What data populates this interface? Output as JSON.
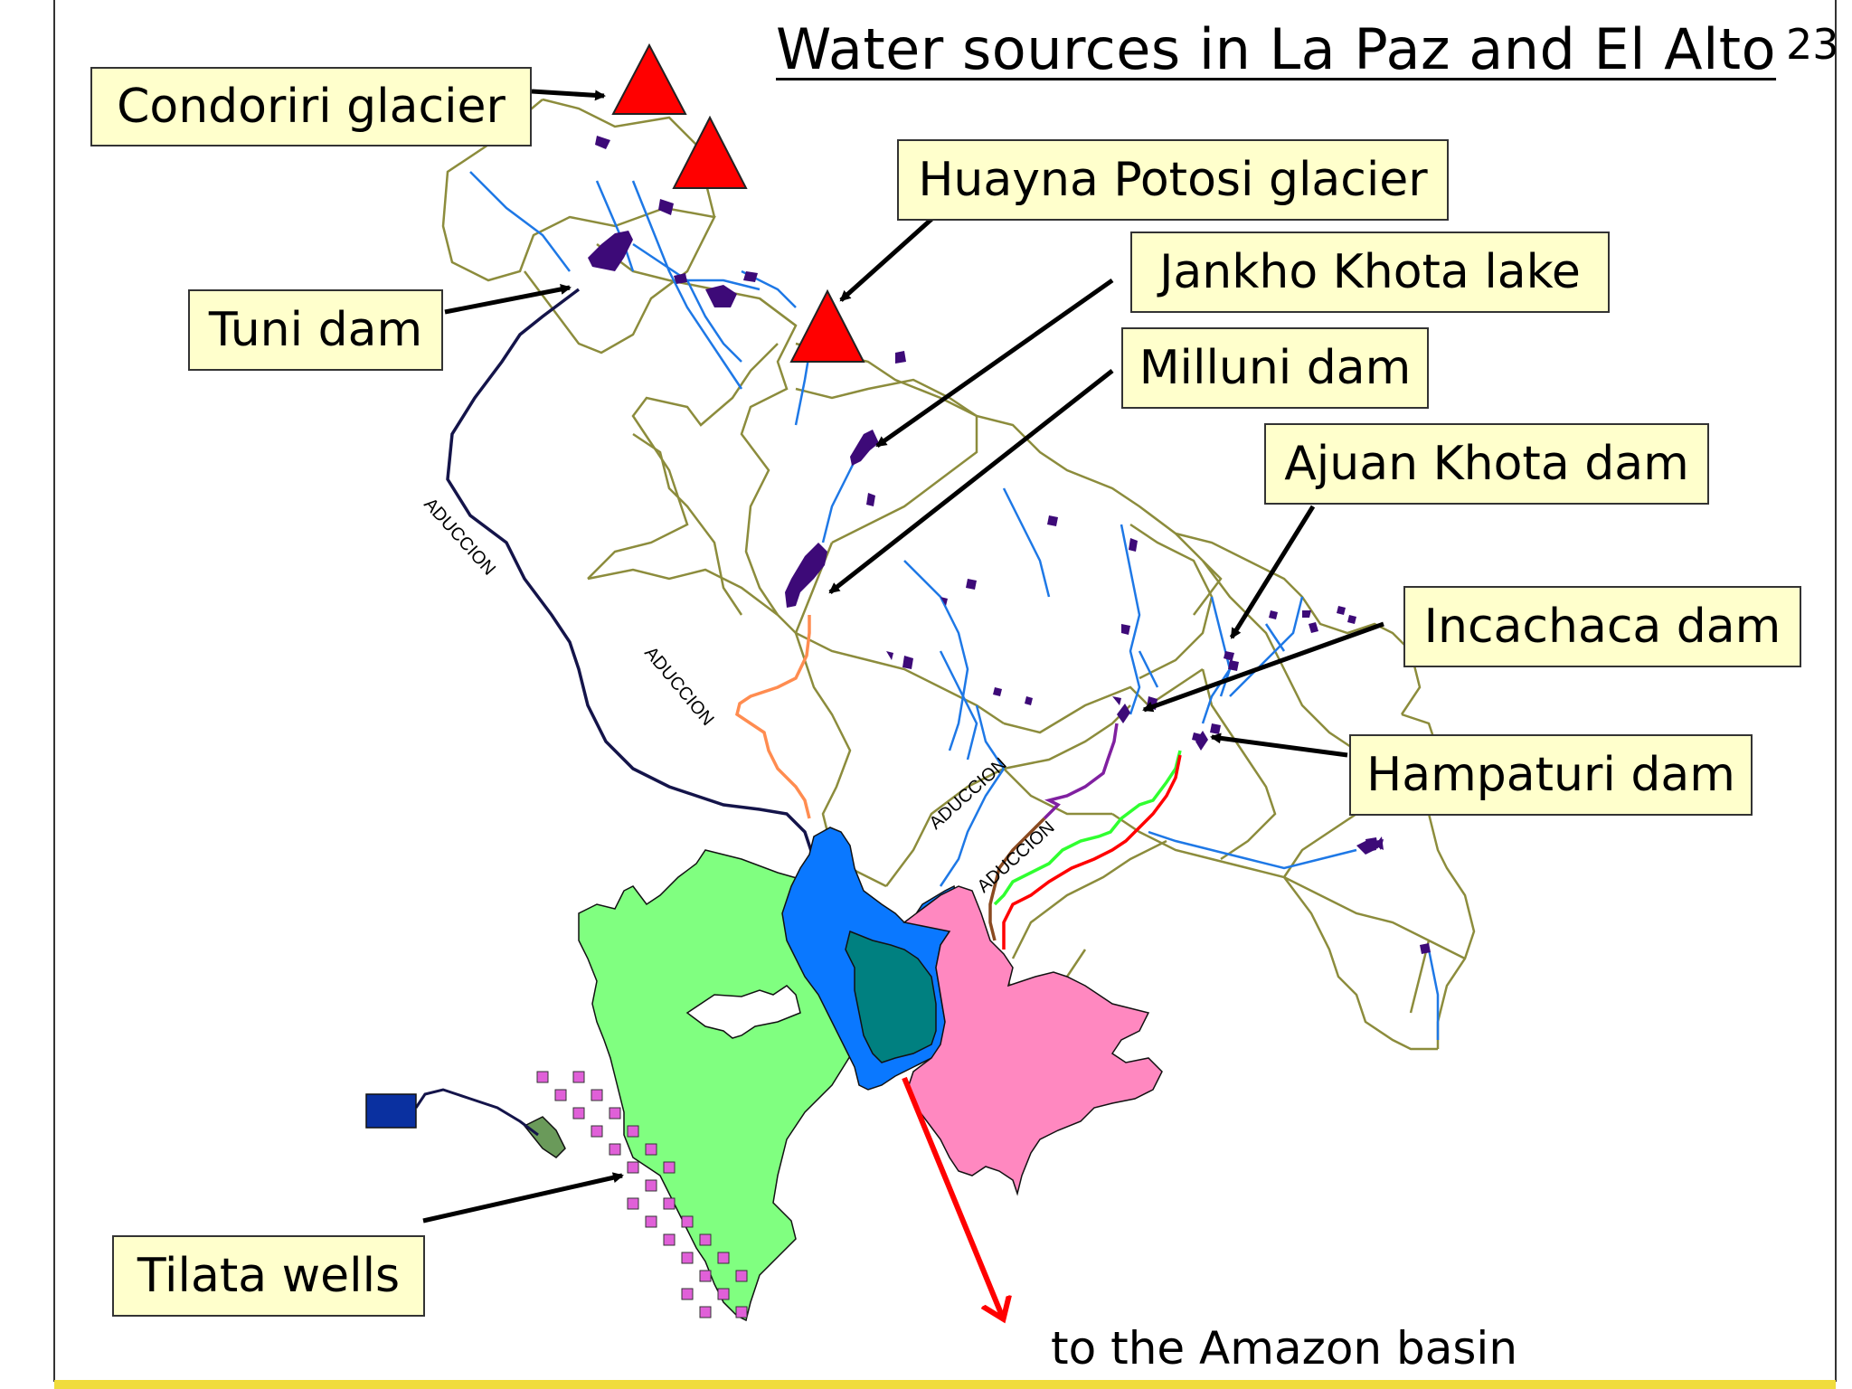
{
  "title": "Water sources in La Paz and El Alto",
  "slide_number": "23",
  "labels": {
    "condoriri": "Condoriri glacier",
    "huayna": "Huayna Potosi glacier",
    "jankho": "Jankho Khota lake",
    "milluni": "Milluni dam",
    "tuni": "Tuni dam",
    "ajuan": "Ajuan Khota dam",
    "incachaca": "Incachaca dam",
    "hampaturi": "Hampaturi dam",
    "tilata": "Tilata wells"
  },
  "caption": "to the Amazon basin",
  "pipeline_label": "ADUCCION",
  "colors": {
    "glacier": "#ff0000",
    "lake": "#3d0a78",
    "river": "#1e78e6",
    "watershed": "#8c8c3c",
    "el_alto": "#80ff80",
    "la_paz_blue": "#0a78ff",
    "la_paz_teal": "#008080",
    "la_paz_pink": "#ff88c0",
    "pipe_tuni": "#14144a",
    "pipe_milluni": "#ff8c50",
    "pipe_incachaca": "#8020a0",
    "pipe_hampaturi_green": "#30ff30",
    "pipe_hampaturi_red": "#ff0000",
    "label_bg": "#ffffcc",
    "footer": "#f0dc3c"
  }
}
